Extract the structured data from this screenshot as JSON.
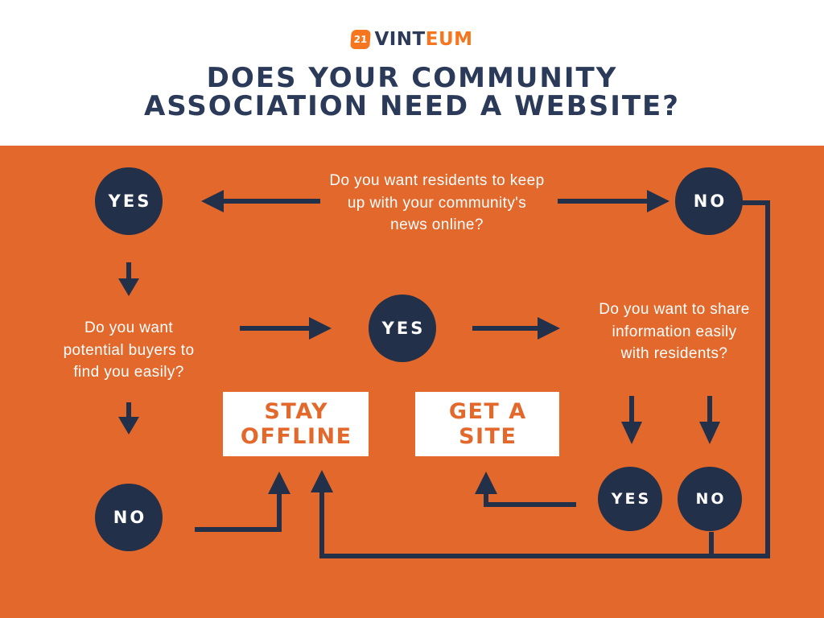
{
  "logo": {
    "icon_text": "21",
    "brand_prefix": "VINT",
    "brand_suffix": "EUM"
  },
  "title": {
    "line1": "DOES YOUR COMMUNITY",
    "line2": "ASSOCIATION NEED A WEBSITE?"
  },
  "colors": {
    "background_orange": "#E2682C",
    "shape_navy": "#22304A",
    "title_navy": "#2A3A58",
    "white": "#FFFFFF",
    "logo_orange": "#F5761F"
  },
  "flowchart": {
    "questions": {
      "top": {
        "line1": "Do you want residents to keep",
        "line2": "up with your community's",
        "line3": "news online?"
      },
      "left": {
        "line1": "Do you want",
        "line2": "potential buyers to",
        "line3": "find you easily?"
      },
      "right": {
        "line1": "Do you want to share",
        "line2": "information easily",
        "line3": "with residents?"
      }
    },
    "nodes": {
      "top_yes": "YES",
      "top_no": "NO",
      "middle_yes": "YES",
      "bottom_left_no": "NO",
      "bottom_right_yes": "YES",
      "bottom_right_no": "NO"
    },
    "outcomes": {
      "stay_offline": {
        "line1": "STAY",
        "line2": "OFFLINE"
      },
      "get_a_site": {
        "line1": "GET A",
        "line2": "SITE"
      }
    }
  }
}
